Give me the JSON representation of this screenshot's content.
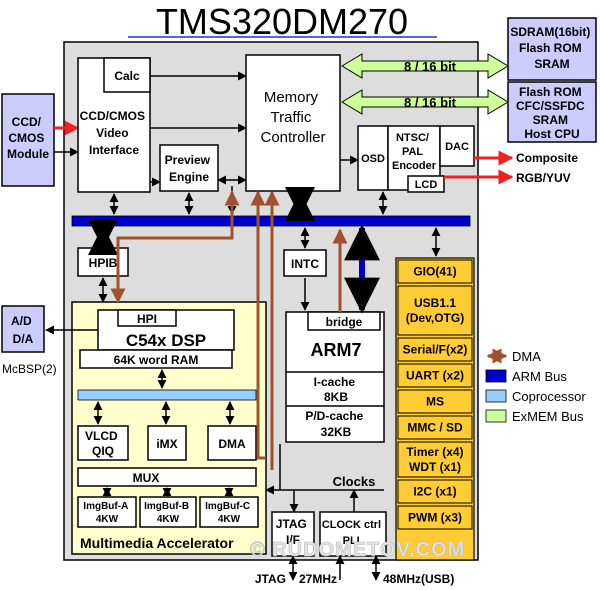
{
  "title": "TMS320DM270",
  "external": {
    "sdram": [
      "SDRAM(16bit)",
      "Flash ROM",
      "SRAM"
    ],
    "flash": [
      "Flash ROM",
      "CFC/SSFDC",
      "SRAM",
      "Host CPU"
    ],
    "ccd": [
      "CCD/",
      "CMOS",
      "Module"
    ],
    "adda": [
      "A/D",
      "D/A"
    ],
    "mcbsp": "McBSP(2)"
  },
  "blocks": {
    "calc": "Calc",
    "video": [
      "CCD/CMOS",
      "Video",
      "Interface"
    ],
    "preview": [
      "Preview",
      "Engine"
    ],
    "mtc": [
      "Memory",
      "Traffic",
      "Controller"
    ],
    "bus1": "8 / 16 bit",
    "bus2": "8 / 16 bit",
    "osd": "OSD",
    "ntsc": [
      "NTSC/",
      "PAL",
      "Encoder"
    ],
    "dac": "DAC",
    "lcd": "LCD",
    "hpib": "HPIB",
    "intc": "INTC",
    "hpi": "HPI",
    "dsp": "C54x  DSP",
    "ram": "64K word RAM",
    "vlcd": [
      "VLCD",
      "QIQ"
    ],
    "imx": "iMX",
    "dma_block": "DMA",
    "mux": "MUX",
    "imgbufs": [
      [
        "ImgBuf-A",
        "4KW"
      ],
      [
        "ImgBuf-B",
        "4KW"
      ],
      [
        "ImgBuf-C",
        "4KW"
      ]
    ],
    "accel": "Multimedia Accelerator",
    "bridge": "bridge",
    "arm": "ARM7",
    "icache": [
      "I-cache",
      "8KB"
    ],
    "pdcache": [
      "P/D-cache",
      "32KB"
    ],
    "jtag": [
      "JTAG",
      "I/F"
    ],
    "clock": [
      "CLOCK ctrl",
      "PLL"
    ],
    "clocks_label": "Clocks"
  },
  "peripherals": [
    "GIO(41)",
    "USB1.1\n(Dev,OTG)",
    "Serial/F(x2)",
    "UART (x2)",
    "MS",
    "MMC / SD",
    "Timer (x4)\nWDT (x1)",
    "I2C (x1)",
    "PWM (x3)"
  ],
  "outputs": {
    "composite": "Composite",
    "rgb": "RGB/YUV"
  },
  "bottom": {
    "jtag": "JTAG",
    "mhz27": "27MHz",
    "mhz48": "48MHz(USB)"
  },
  "legend": [
    {
      "label": "DMA",
      "color": "#a0522d",
      "kind": "arrow"
    },
    {
      "label": "ARM Bus",
      "color": "#0000cc",
      "kind": "swatch"
    },
    {
      "label": "Coprocessor",
      "color": "#99ccff",
      "kind": "swatch"
    },
    {
      "label": "ExMEM Bus",
      "color": "#ccff99",
      "kind": "swatch"
    }
  ],
  "watermark": "© RUDOMETOV.COM",
  "colors": {
    "chip": "#dddddd",
    "accel": "#ffffcc",
    "arm_bus": "#0000cc",
    "peripheral": "#ffcc33",
    "external": "#ccccff",
    "exmem": "#ccff99",
    "coproc": "#99ccff",
    "red_arrow": "#ee2222"
  }
}
